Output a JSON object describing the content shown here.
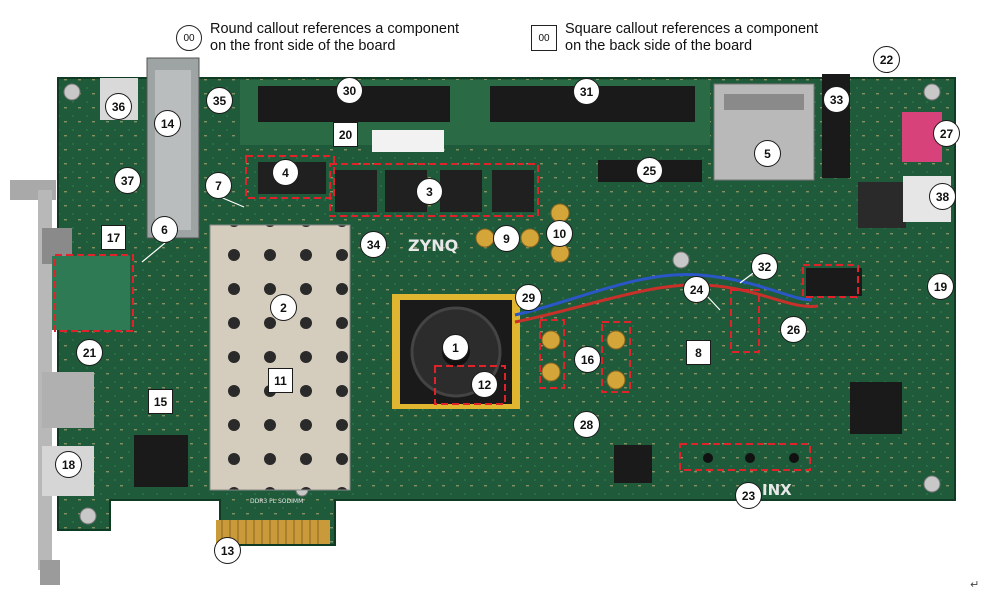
{
  "legend": {
    "round_symbol": "00",
    "round_text_line1": "Round callout references a component",
    "round_text_line2": "on the front side of the board",
    "square_symbol": "00",
    "square_text_line1": "Square callout references a component",
    "square_text_line2": "on the back side of the board"
  },
  "board": {
    "logo_left": "ZYNQ",
    "logo_right": "INX",
    "silk_ddr": "DDR3 PL SODIMM"
  },
  "callouts": [
    {
      "id": "callout-1",
      "label": "1",
      "shape": "round"
    },
    {
      "id": "callout-2",
      "label": "2",
      "shape": "round"
    },
    {
      "id": "callout-3",
      "label": "3",
      "shape": "round"
    },
    {
      "id": "callout-4",
      "label": "4",
      "shape": "round"
    },
    {
      "id": "callout-5",
      "label": "5",
      "shape": "round"
    },
    {
      "id": "callout-6",
      "label": "6",
      "shape": "round"
    },
    {
      "id": "callout-7",
      "label": "7",
      "shape": "round"
    },
    {
      "id": "callout-8",
      "label": "8",
      "shape": "square"
    },
    {
      "id": "callout-9",
      "label": "9",
      "shape": "round"
    },
    {
      "id": "callout-10",
      "label": "10",
      "shape": "round"
    },
    {
      "id": "callout-11",
      "label": "11",
      "shape": "square"
    },
    {
      "id": "callout-12",
      "label": "12",
      "shape": "round"
    },
    {
      "id": "callout-13",
      "label": "13",
      "shape": "round"
    },
    {
      "id": "callout-14",
      "label": "14",
      "shape": "round"
    },
    {
      "id": "callout-15",
      "label": "15",
      "shape": "square"
    },
    {
      "id": "callout-16",
      "label": "16",
      "shape": "round"
    },
    {
      "id": "callout-17",
      "label": "17",
      "shape": "square"
    },
    {
      "id": "callout-18",
      "label": "18",
      "shape": "round"
    },
    {
      "id": "callout-19",
      "label": "19",
      "shape": "round"
    },
    {
      "id": "callout-20",
      "label": "20",
      "shape": "square"
    },
    {
      "id": "callout-21",
      "label": "21",
      "shape": "round"
    },
    {
      "id": "callout-22",
      "label": "22",
      "shape": "round"
    },
    {
      "id": "callout-23",
      "label": "23",
      "shape": "round"
    },
    {
      "id": "callout-24",
      "label": "24",
      "shape": "round"
    },
    {
      "id": "callout-25",
      "label": "25",
      "shape": "round"
    },
    {
      "id": "callout-26",
      "label": "26",
      "shape": "round"
    },
    {
      "id": "callout-27",
      "label": "27",
      "shape": "round"
    },
    {
      "id": "callout-28",
      "label": "28",
      "shape": "round"
    },
    {
      "id": "callout-29",
      "label": "29",
      "shape": "round"
    },
    {
      "id": "callout-30",
      "label": "30",
      "shape": "round"
    },
    {
      "id": "callout-31",
      "label": "31",
      "shape": "round"
    },
    {
      "id": "callout-32",
      "label": "32",
      "shape": "round"
    },
    {
      "id": "callout-33",
      "label": "33",
      "shape": "round"
    },
    {
      "id": "callout-34",
      "label": "34",
      "shape": "round"
    },
    {
      "id": "callout-35",
      "label": "35",
      "shape": "round"
    },
    {
      "id": "callout-36",
      "label": "36",
      "shape": "round"
    },
    {
      "id": "callout-37",
      "label": "37",
      "shape": "round"
    },
    {
      "id": "callout-38",
      "label": "38",
      "shape": "round"
    }
  ],
  "colors": {
    "pcb": "#1f5a3a",
    "pcb_dark": "#0f3a24",
    "heatsink": "#cfc8b8",
    "highlight_dash": "#e0222a"
  }
}
